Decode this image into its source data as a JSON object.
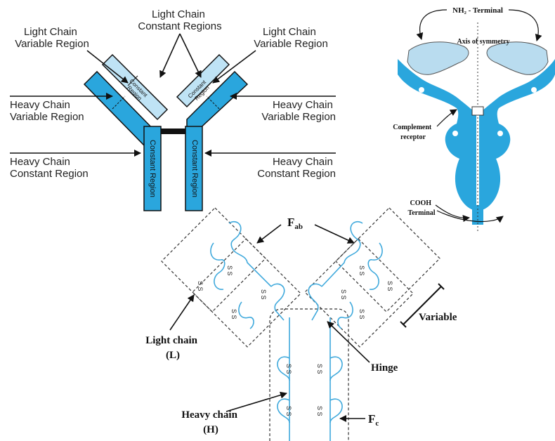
{
  "top_left": {
    "light_constant": [
      "Light Chain",
      "Constant Regions"
    ],
    "light_variable_left": [
      "Light Chain",
      "Variable Region"
    ],
    "light_variable_right": [
      "Light Chain",
      "Variable Region"
    ],
    "heavy_variable_left": [
      "Heavy Chain",
      "Variable Region"
    ],
    "heavy_variable_right": [
      "Heavy Chain",
      "Variable Region"
    ],
    "heavy_constant_left": [
      "Heavy Chain",
      "Constant Region"
    ],
    "heavy_constant_right": [
      "Heavy Chain",
      "Constant Region"
    ],
    "constant_region_text": "Constant Region",
    "small_constant_text": [
      "Constant",
      "Region"
    ],
    "colors": {
      "heavy": "#2aa6dd",
      "light": "#bfe3f5",
      "outline": "#1a1a1a"
    }
  },
  "top_right": {
    "nh2_terminal": "NH₂ - Terminal",
    "axis_of_symmetry": "Axis of symmetry",
    "complement_receptor": [
      "Complement",
      "receptor"
    ],
    "cooh_terminal": [
      "COOH",
      "Terminal"
    ],
    "colors": {
      "heavy": "#2aa6dd",
      "light": "#b9dcef"
    }
  },
  "bottom": {
    "fab": "F",
    "fab_sub": "ab",
    "fc": "F",
    "fc_sub": "c",
    "variable": "Variable",
    "hinge": "Hinge",
    "light_chain": [
      "Light chain",
      "(L)"
    ],
    "heavy_chain": [
      "Heavy chain",
      "(H)"
    ],
    "disulfide": "S S",
    "colors": {
      "chain": "#3fa9dc",
      "box": "#333333"
    }
  }
}
